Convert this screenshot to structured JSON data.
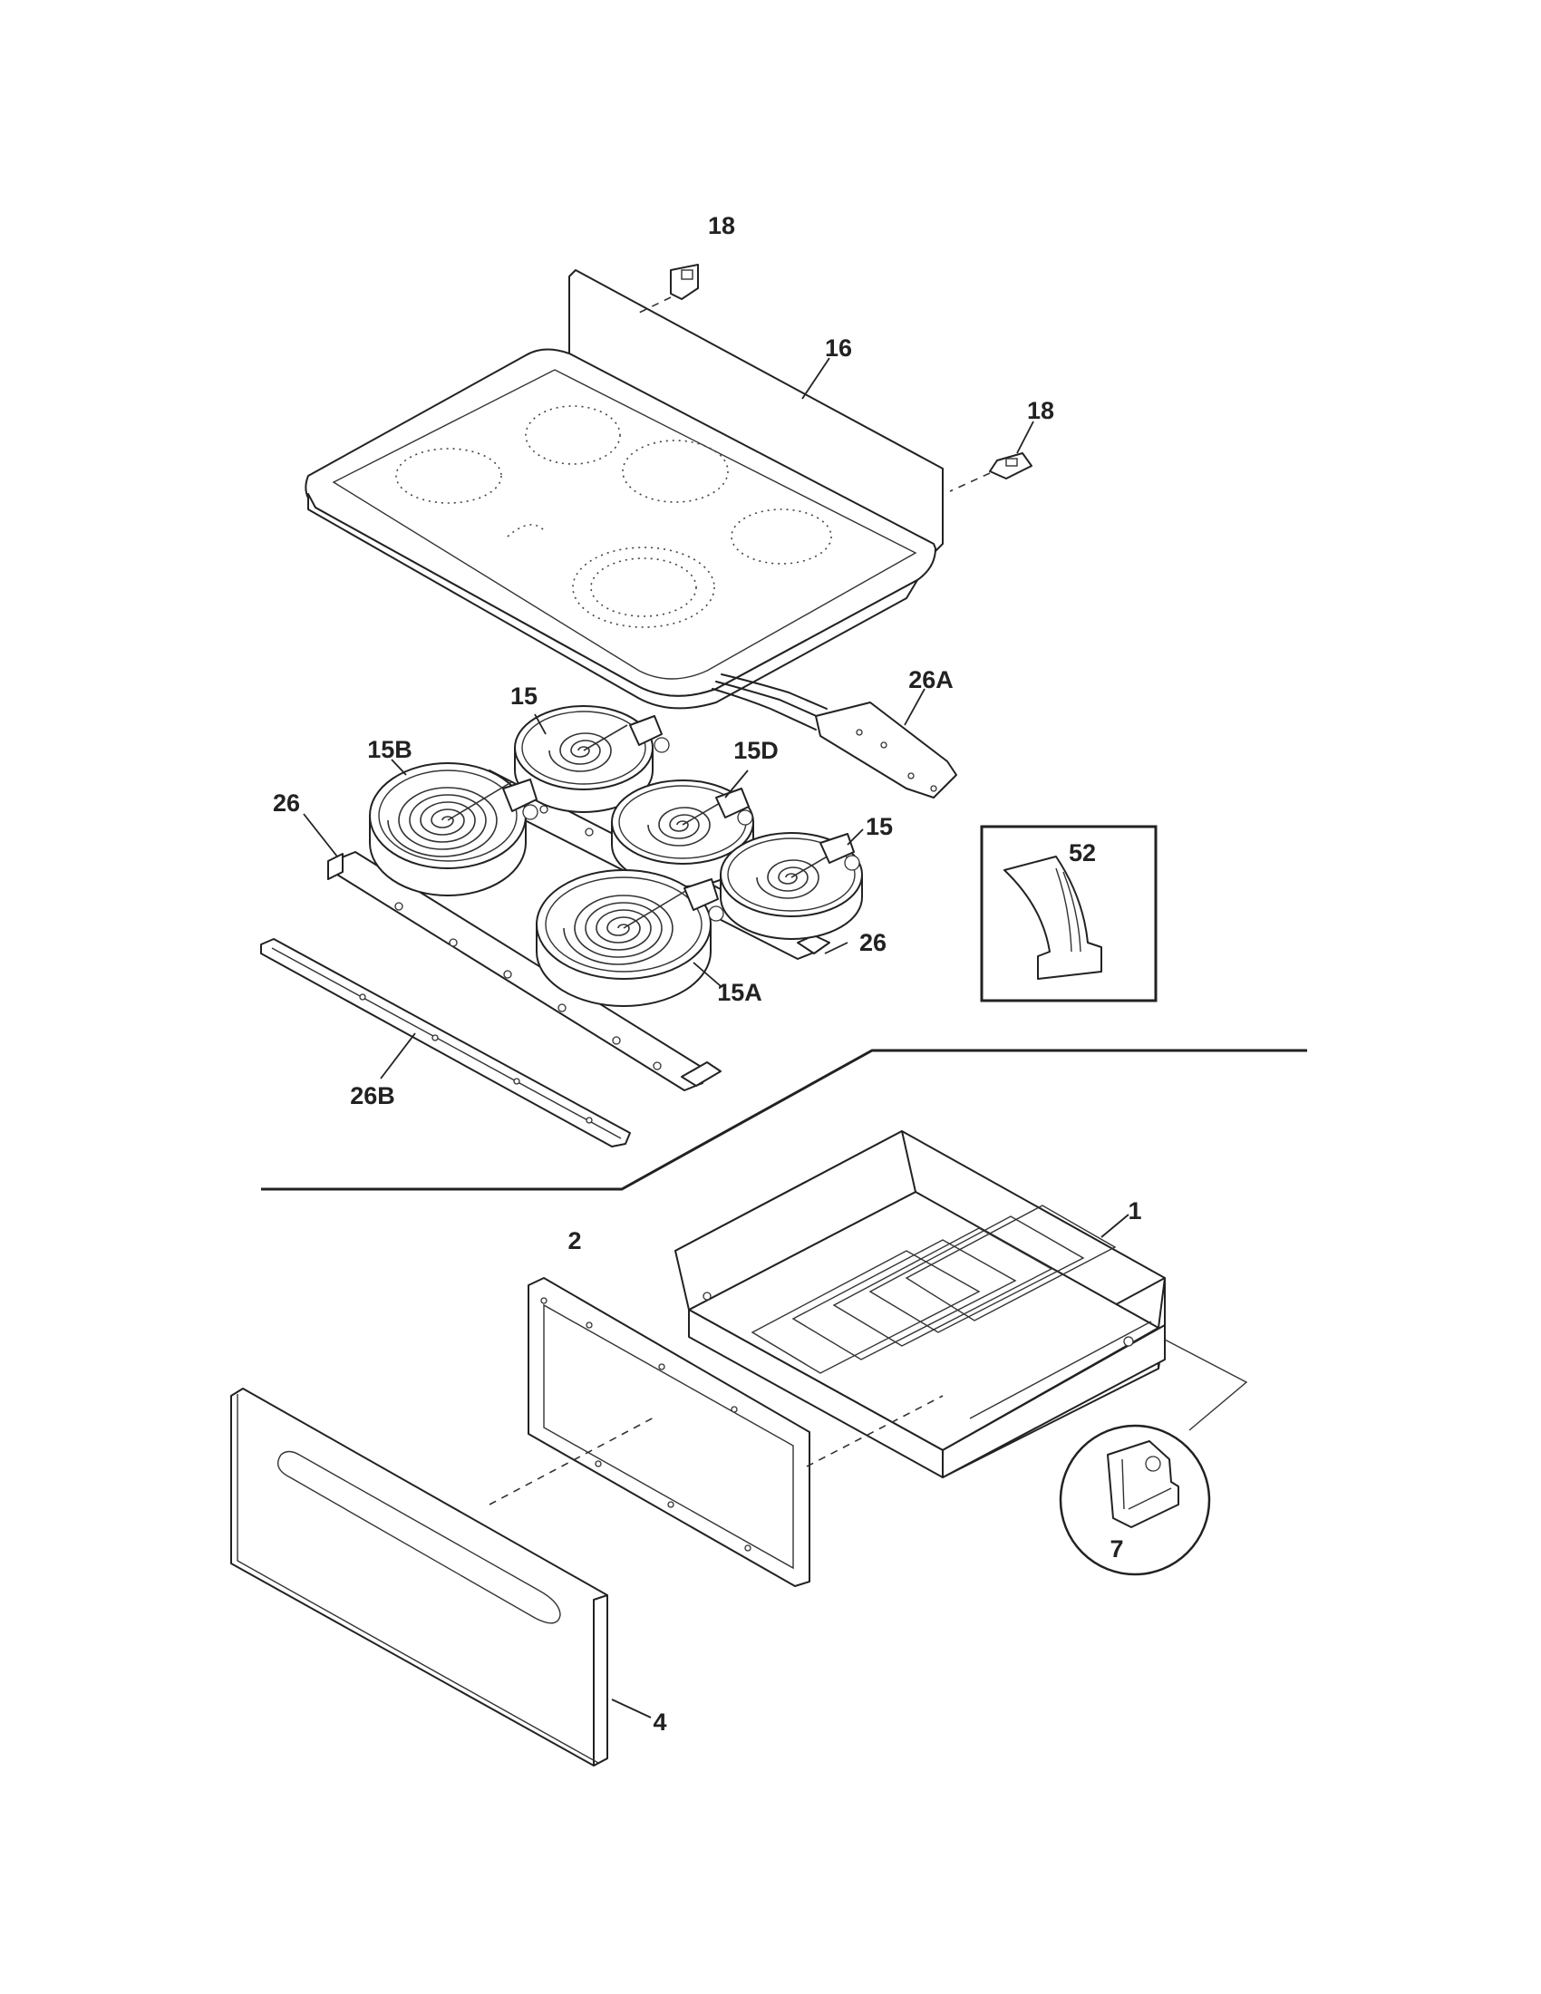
{
  "diagram": {
    "callouts": {
      "c18_top": "18",
      "c16": "16",
      "c18_right": "18",
      "c15_top": "15",
      "c26A": "26A",
      "c15B": "15B",
      "c15D": "15D",
      "c26_left": "26",
      "c15_right": "15",
      "c52": "52",
      "c26_right": "26",
      "c15A": "15A",
      "c26B": "26B",
      "c1": "1",
      "c2": "2",
      "c7": "7",
      "c4": "4"
    }
  }
}
